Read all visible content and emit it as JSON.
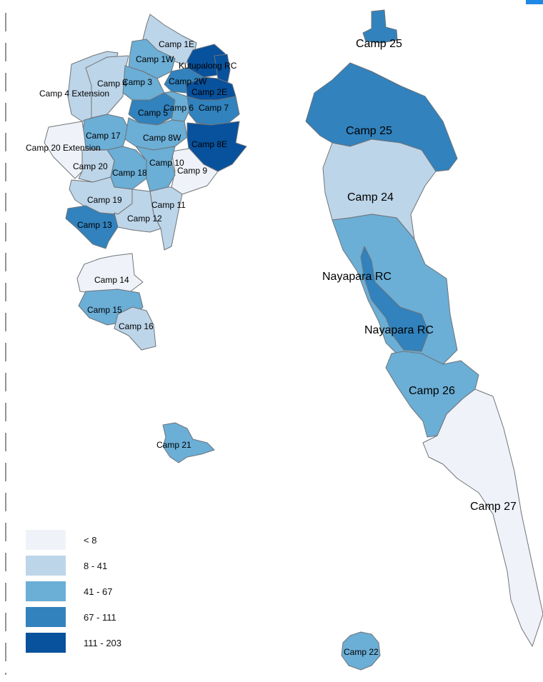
{
  "legend": {
    "items": [
      {
        "label": "< 8",
        "color": "#eff3f9"
      },
      {
        "label": "8 - 41",
        "color": "#bdd5e9"
      },
      {
        "label": "41 - 67",
        "color": "#6baed6"
      },
      {
        "label": "67 - 111",
        "color": "#3182bd"
      },
      {
        "label": "111 - 203",
        "color": "#08519c"
      }
    ]
  },
  "map": {
    "regions": [
      {
        "name": "Camp 1E",
        "class": 1
      },
      {
        "name": "Camp 1W",
        "class": 2
      },
      {
        "name": "Kutupalong RC",
        "class": 4
      },
      {
        "name": "Camp 2W",
        "class": 3
      },
      {
        "name": "Camp 2E",
        "class": 4
      },
      {
        "name": "Camp 3",
        "class": 2
      },
      {
        "name": "Camp 4",
        "class": 1
      },
      {
        "name": "Camp 4 Extension",
        "class": 1
      },
      {
        "name": "Camp 5",
        "class": 3
      },
      {
        "name": "Camp 6",
        "class": 2
      },
      {
        "name": "Camp 7",
        "class": 3
      },
      {
        "name": "Camp 8W",
        "class": 2
      },
      {
        "name": "Camp 8E",
        "class": 4
      },
      {
        "name": "Camp 9",
        "class": 0
      },
      {
        "name": "Camp 10",
        "class": 2
      },
      {
        "name": "Camp 11",
        "class": 1
      },
      {
        "name": "Camp 12",
        "class": 1
      },
      {
        "name": "Camp 13",
        "class": 3
      },
      {
        "name": "Camp 14",
        "class": 0
      },
      {
        "name": "Camp 15",
        "class": 2
      },
      {
        "name": "Camp 16",
        "class": 1
      },
      {
        "name": "Camp 17",
        "class": 2
      },
      {
        "name": "Camp 18",
        "class": 2
      },
      {
        "name": "Camp 19",
        "class": 1
      },
      {
        "name": "Camp 20",
        "class": 1
      },
      {
        "name": "Camp 20 Extension",
        "class": 0
      },
      {
        "name": "Camp 21",
        "class": 2
      },
      {
        "name": "Camp 22",
        "class": 2
      },
      {
        "name": "Camp 24",
        "class": 1
      },
      {
        "name": "Camp 25",
        "class": 3
      },
      {
        "name": "Camp 25",
        "class": 3
      },
      {
        "name": "Camp 26",
        "class": 2
      },
      {
        "name": "Camp 27",
        "class": 0
      },
      {
        "name": "Nayapara RC",
        "class": 2
      },
      {
        "name": "Nayapara RC",
        "class": 3
      }
    ]
  }
}
